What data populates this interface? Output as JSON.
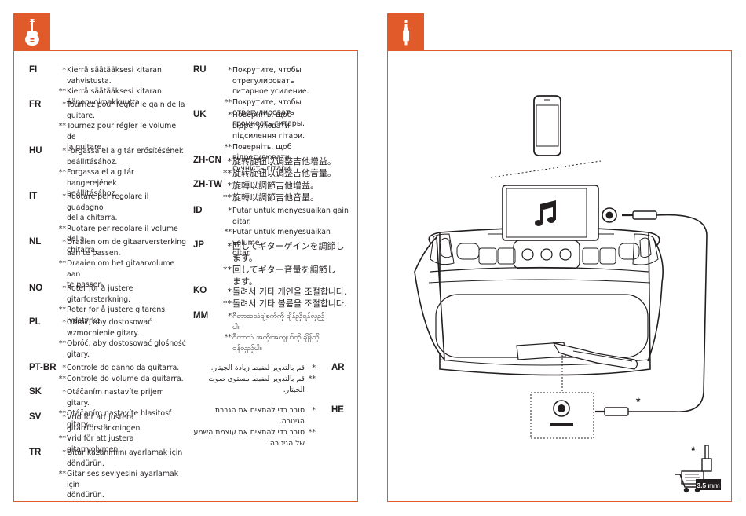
{
  "left_col": [
    {
      "code": "FI",
      "lines": [
        [
          "*",
          "Kierrä säätääksesi kitaran vahvistusta."
        ],
        [
          "**",
          "Kierrä säätääksesi kitaran"
        ],
        [
          "",
          "äänenvoimakkuutta."
        ]
      ]
    },
    {
      "code": "FR",
      "lines": [
        [
          "*",
          "Tournez pour régler le gain de la"
        ],
        [
          "",
          "guitare."
        ],
        [
          "**",
          "Tournez pour régler le volume de"
        ],
        [
          "",
          "la guitare."
        ]
      ]
    },
    {
      "code": "HU",
      "lines": [
        [
          "*",
          "Forgassa el a gitár erősítésének"
        ],
        [
          "",
          "beállításához."
        ],
        [
          "**",
          "Forgassa el a gitár hangerejének"
        ],
        [
          "",
          "beállításához."
        ]
      ]
    },
    {
      "code": "IT",
      "lines": [
        [
          "*",
          "Ruotare per regolare il guadagno"
        ],
        [
          "",
          "della chitarra."
        ],
        [
          "**",
          "Ruotare per regolare il volume della"
        ],
        [
          "",
          "chitarra."
        ]
      ]
    },
    {
      "code": "NL",
      "lines": [
        [
          "*",
          "Draaien om de gitaarversterking"
        ],
        [
          "",
          "aan te passen."
        ],
        [
          "**",
          "Draaien om het gitaarvolume aan"
        ],
        [
          "",
          "te passen."
        ]
      ]
    },
    {
      "code": "NO",
      "lines": [
        [
          "*",
          "Roter for å justere gitarforsterkning."
        ],
        [
          "**",
          "Roter for å justere gitarens"
        ],
        [
          "",
          "lydstyrke."
        ]
      ]
    },
    {
      "code": "PL",
      "lines": [
        [
          "*",
          "Obróć, aby dostosować"
        ],
        [
          "",
          "wzmocnienie gitary."
        ],
        [
          "**",
          "Obróć, aby dostosować głośność"
        ],
        [
          "",
          "gitary."
        ]
      ]
    },
    {
      "code": "PT-BR",
      "lines": [
        [
          "*",
          "Controle do ganho da guitarra."
        ],
        [
          "**",
          "Controle do volume da guitarra."
        ]
      ]
    },
    {
      "code": "SK",
      "lines": [
        [
          "*",
          "Otáčaním nastavíte prijem gitary."
        ],
        [
          "**",
          "Otáčaním nastavíte hlasitosť gitary."
        ]
      ]
    },
    {
      "code": "SV",
      "lines": [
        [
          "*",
          "Vrid för att justera"
        ],
        [
          "",
          "gitarrförstärkningen."
        ],
        [
          "**",
          "Vrid för att justera gitarrvolymen."
        ]
      ]
    },
    {
      "code": "TR",
      "lines": [
        [
          "*",
          "Gitar kazanımını ayarlamak için"
        ],
        [
          "",
          "döndürün."
        ],
        [
          "**",
          "Gitar ses seviyesini ayarlamak için"
        ],
        [
          "",
          "döndürün."
        ]
      ]
    }
  ],
  "right_col": [
    {
      "code": "RU",
      "lines": [
        [
          "*",
          "Покрутите, чтобы отрегулировать"
        ],
        [
          "",
          "гитарное усиление."
        ],
        [
          "**",
          "Покрутите, чтобы отрегулировать"
        ],
        [
          "",
          "громкость гитары."
        ]
      ]
    },
    {
      "code": "UK",
      "lines": [
        [
          "*",
          "Поверніть, щоб відрегулювати"
        ],
        [
          "",
          "підсилення гітари."
        ],
        [
          "**",
          "Поверніть, щоб відрегулювати"
        ],
        [
          "",
          "гучність гітари."
        ]
      ]
    },
    {
      "code": "ZH-CN",
      "lines": [
        [
          "*",
          "旋转旋钮以调整吉他增益。"
        ],
        [
          "**",
          "旋转旋钮以调整吉他音量。"
        ]
      ]
    },
    {
      "code": "ZH-TW",
      "lines": [
        [
          "*",
          "旋轉以調節吉他增益。"
        ],
        [
          "**",
          "旋轉以調節吉他音量。"
        ]
      ]
    },
    {
      "code": "ID",
      "lines": [
        [
          "*",
          "Putar untuk menyesuaikan gain gitar."
        ],
        [
          "**",
          "Putar untuk menyesuaikan volume"
        ],
        [
          "",
          "gitar."
        ]
      ]
    },
    {
      "code": "JP",
      "lines": [
        [
          "*",
          "回してギターゲインを調節し"
        ],
        [
          "",
          "ます。"
        ],
        [
          "**",
          "回してギター音量を調節し"
        ],
        [
          "",
          "ます。"
        ]
      ]
    },
    {
      "code": "KO",
      "lines": [
        [
          "*",
          "돌려서 기타 게인을 조절합니다."
        ],
        [
          "**",
          "돌려서 기타 볼륨을 조절합니다."
        ]
      ]
    },
    {
      "code": "MM",
      "lines": [
        [
          "*",
          "ဂီတာအသံချဲ့စက်ကို ချိန်ညှိရန်လှည့်"
        ],
        [
          "",
          "ပါ။"
        ],
        [
          "**",
          "ဂီတာသံ အတိုးအကျယ်ကို ချိန်ညှိ"
        ],
        [
          "",
          "ရန်လှည့်ပါ။"
        ]
      ]
    }
  ],
  "rtl": [
    {
      "code": "AR",
      "lines": [
        [
          "*",
          "قم بالتدوير لضبط زيادة الجيتار."
        ],
        [
          "**",
          "قم بالتدوير لضبط مستوى صوت"
        ],
        [
          "",
          "الجيتار."
        ]
      ]
    },
    {
      "code": "HE",
      "lines": [
        [
          "*",
          "סובב כדי להתאים את הגברת הגיטרה."
        ],
        [
          "**",
          "סובב כדי להתאים את עוצמת השמע"
        ],
        [
          "",
          "של הגיטרה."
        ]
      ]
    }
  ],
  "diagram": {
    "star_1": "*",
    "star_2": "*",
    "jack_label": "3.5 mm"
  },
  "colors": {
    "accent": "#e15a2a",
    "ink": "#231f20"
  },
  "icons": {
    "left_tab": "guitar-icon",
    "right_tab": "audio-jack-icon"
  }
}
